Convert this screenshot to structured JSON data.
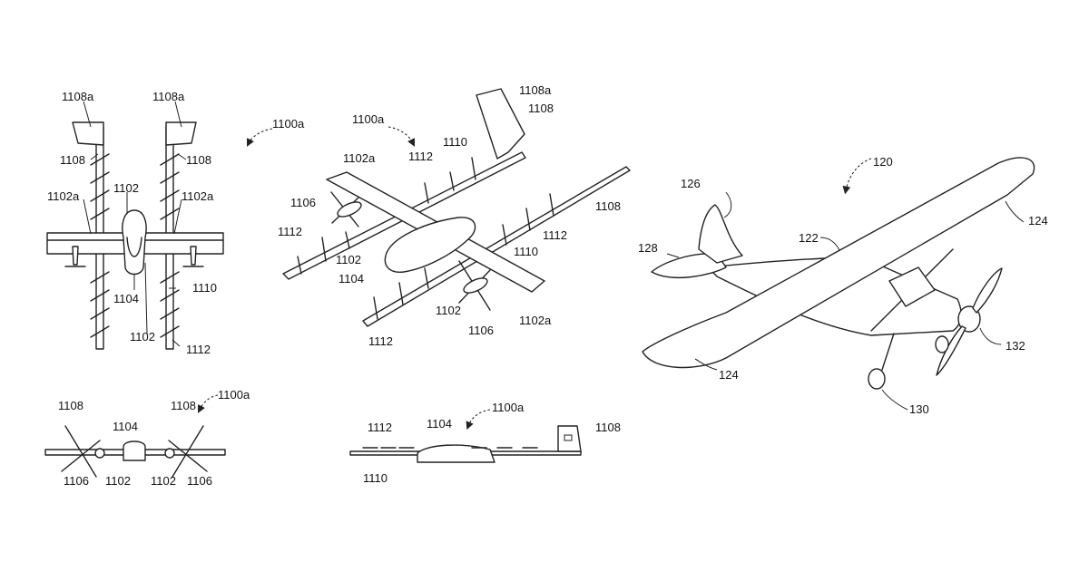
{
  "labels": {
    "l1108a": "1108a",
    "l1108": "1108",
    "l1102a": "1102a",
    "l1102": "1102",
    "l1104": "1104",
    "l1106": "1106",
    "l1110": "1110",
    "l1112": "1112",
    "l1100a": "1100a",
    "l120": "120",
    "l122": "122",
    "l124": "124",
    "l126": "126",
    "l128": "128",
    "l130": "130",
    "l132": "132"
  },
  "colors": {
    "line": "#222222",
    "background": "#ffffff"
  }
}
